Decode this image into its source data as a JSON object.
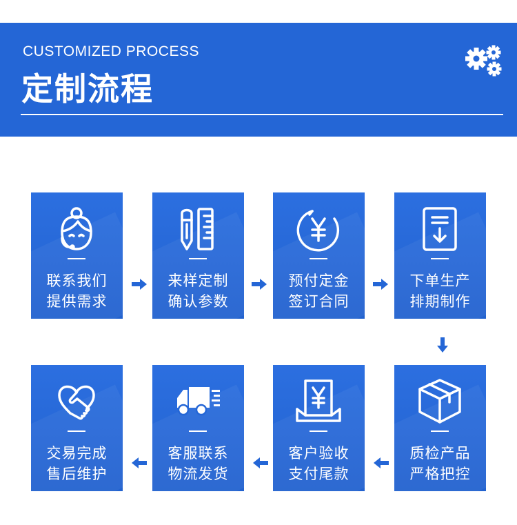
{
  "header": {
    "subtitle": "CUSTOMIZED PROCESS",
    "title": "定制流程",
    "icon": "gears-icon"
  },
  "colors": {
    "primary": "#2466d6",
    "card": "#2a6bdb",
    "arrow": "#2466d6",
    "text": "#ffffff"
  },
  "steps": [
    {
      "line1": "联系我们",
      "line2": "提供需求",
      "icon": "customer-service-icon"
    },
    {
      "line1": "来样定制",
      "line2": "确认参数",
      "icon": "pen-ruler-icon"
    },
    {
      "line1": "预付定金",
      "line2": "签订合同",
      "icon": "yuan-coin-icon"
    },
    {
      "line1": "下单生产",
      "line2": "排期制作",
      "icon": "document-download-icon"
    },
    {
      "line1": "质检产品",
      "line2": "严格把控",
      "icon": "package-box-icon"
    },
    {
      "line1": "客户验收",
      "line2": "支付尾款",
      "icon": "yuan-receipt-icon"
    },
    {
      "line1": "客服联系",
      "line2": "物流发货",
      "icon": "delivery-truck-icon"
    },
    {
      "line1": "交易完成",
      "line2": "售后维护",
      "icon": "heart-handshake-icon"
    }
  ]
}
